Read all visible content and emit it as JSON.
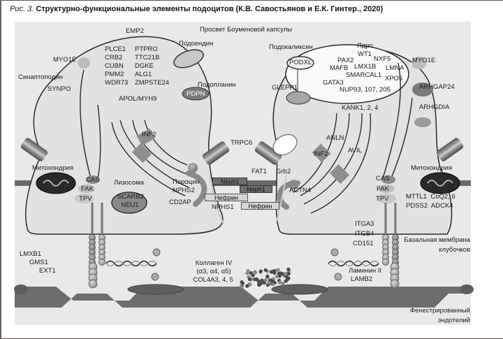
{
  "caption": {
    "figure_label": "Рис. 3.",
    "title": "Структурно-функциональные элементы подоцитов (К.В. Савостьянов и Е.К. Гинтер., 2020)"
  },
  "regions": {
    "bowman_space": "Просвет Боуменовой капсулы",
    "gbm_line1": "Базальная мембрана",
    "gbm_line2": "клубочков",
    "endothelium_line1": "Фенестрированный",
    "endothelium_line2": "эндотелий"
  },
  "left_podocyte": {
    "emp2": "EMP2",
    "podoendin": "Подоендин",
    "podoplanin": "Подопланин",
    "pdpn": "PDPN",
    "myo1e": "MYO1E",
    "synaptopodin": "Синаптоподин",
    "synpo": "SYNPO",
    "genes_col1": [
      "PLCE1",
      "CRB2",
      "CUBN",
      "PMM2",
      "WDR73"
    ],
    "genes_col2": [
      "PTPRO",
      "TTC21B",
      "DGKE",
      "ALG1",
      "ZMPSTE24"
    ],
    "apol": "APOL/MYH9",
    "inf2": "INF2",
    "mitochondria": "Митохондрия",
    "cas": "CAS",
    "fak": "FAK",
    "tpv": "TPV",
    "lysosome": "Лизосома",
    "scarb2": "SCARB2",
    "neu1": "NEU1",
    "porocin": "Пороцин",
    "nphs2": "NPHS2",
    "cd2ap": "CD2AP",
    "nphs1": "NPHS1",
    "lmxb1": "LMXB1",
    "gms1": "GMS1",
    "ext1": "EXT1"
  },
  "slit_diaphragm": {
    "trpc6": "TRPC6",
    "fat1": "FAT1",
    "grb2": "Grb2",
    "neph1_a": "Neph1",
    "neph1_b": "Neph1",
    "nephrin_a": "Нефрин",
    "nephrin_b": "Нефрин"
  },
  "right_podocyte": {
    "podocalyxin": "Подокаликсин",
    "podxl": "PODXL",
    "glepp1": "GLEPP1",
    "nucleus": "Ядро",
    "nucleus_genes": {
      "wt1": "WT1",
      "pax2": "PAX2",
      "nxf5": "NXF5",
      "mafb": "MAFB",
      "lmx1b": "LMX1B",
      "lmna": "LMNA",
      "smarcal1": "SMARCAL1",
      "gata3": "GATA3",
      "xpo5": "XPO5",
      "nup": "NUP93, 107, 205"
    },
    "myo1e": "MYO1E",
    "arhgap24": "ARHGAP24",
    "arhgdia": "ARHGDIA",
    "kank": "KANK1, 2, 4",
    "anln": "ANLN",
    "inf2": "INF2",
    "avil": "AVIL",
    "actn4": "ACTN4",
    "cas": "CAS",
    "fak": "FAK",
    "tpv": "TPV",
    "mitochondria": "Митохондрия",
    "mito_genes_row1": "MTTL1  CoQ2, 6",
    "mito_genes_row2": "PDSS2  ADCK4",
    "itga3": "ITGA3",
    "itgb4": "ITGB4",
    "cd151": "CD151"
  },
  "matrix": {
    "collagen_line1": "Коллаген IV",
    "collagen_line2": "(α3, α4, α5)",
    "collagen_line3": "COL4A3, 4, 5",
    "laminin": "Ламинин II",
    "lamb2": "LAMB2"
  }
}
